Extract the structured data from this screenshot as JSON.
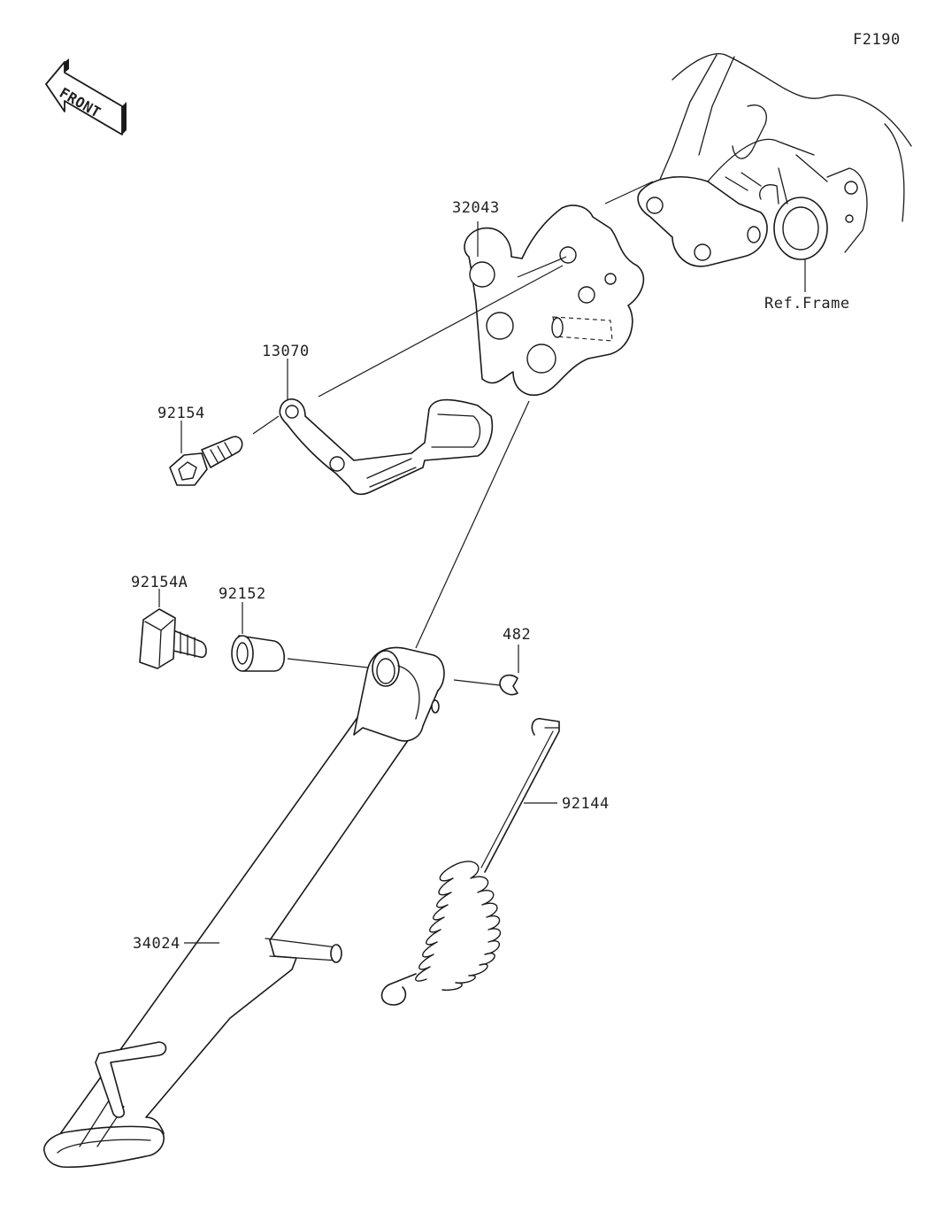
{
  "figure_code": "F2190",
  "front_arrow": {
    "text": "FRONT"
  },
  "reference": {
    "label": "Ref.Frame"
  },
  "parts": [
    {
      "id": "32043",
      "label": "32043"
    },
    {
      "id": "13070",
      "label": "13070"
    },
    {
      "id": "92154",
      "label": "92154"
    },
    {
      "id": "92154A",
      "label": "92154A"
    },
    {
      "id": "92152",
      "label": "92152"
    },
    {
      "id": "482",
      "label": "482"
    },
    {
      "id": "92144",
      "label": "92144"
    },
    {
      "id": "34024",
      "label": "34024"
    }
  ]
}
